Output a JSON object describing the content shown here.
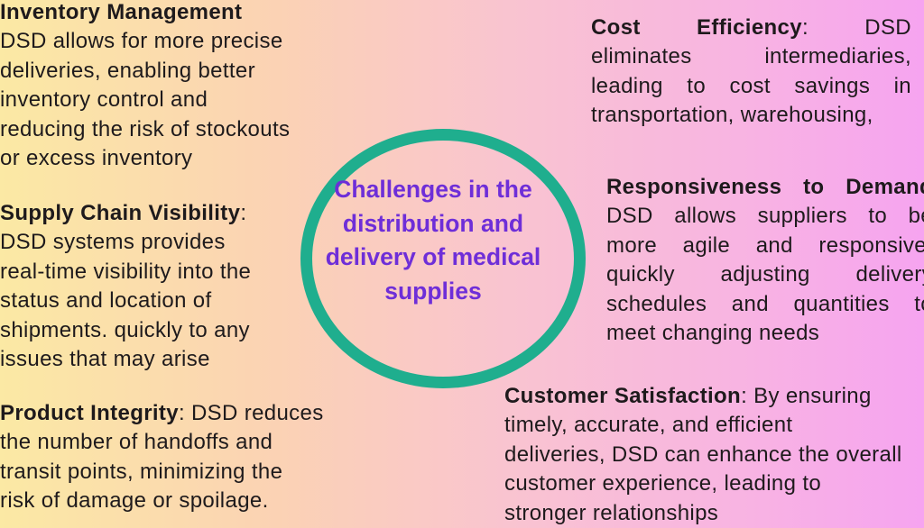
{
  "center": {
    "title_lines": [
      "Challenges in the",
      "distribution and",
      "delivery of medical",
      "supplies"
    ],
    "ring_color": "#1fae8e",
    "title_color": "#6e2ed8"
  },
  "blocks": [
    {
      "id": "b1",
      "heading": "Inventory Management",
      "first_rest": "",
      "justified": false,
      "lines": [
        "DSD allows for more precise",
        "deliveries, enabling better",
        "inventory control and",
        "reducing the risk of stockouts",
        "or excess inventory"
      ]
    },
    {
      "id": "b2",
      "heading": "Supply Chain Visibility",
      "first_rest": ":",
      "justified": false,
      "lines": [
        "DSD systems provides",
        "real-time visibility into the",
        "status and location of",
        "shipments. quickly to any",
        "issues that may arise"
      ]
    },
    {
      "id": "b3",
      "heading": "Product Integrity",
      "first_rest": ": DSD reduces",
      "justified": false,
      "lines": [
        "the number of handoffs and",
        "transit points, minimizing the",
        "risk of damage or spoilage."
      ]
    },
    {
      "id": "b4",
      "heading": "Cost Efficiency",
      "first_rest": ": DSD",
      "justified": true,
      "lines": [
        "eliminates intermediaries,",
        "leading to cost savings in",
        "transportation, warehousing,"
      ]
    },
    {
      "id": "b5",
      "heading": "Responsiveness to Demand",
      "first_rest": "",
      "justified": true,
      "lines": [
        "DSD allows suppliers to be",
        "more agile and responsive,",
        "quickly adjusting delivery",
        "schedules and quantities to",
        "meet changing needs"
      ]
    },
    {
      "id": "b6",
      "heading": "Customer Satisfaction",
      "first_rest": ": By ensuring",
      "justified": false,
      "lines": [
        "timely, accurate, and efficient",
        "deliveries, DSD can enhance the overall",
        "customer experience, leading to",
        "stronger relationships"
      ]
    }
  ]
}
